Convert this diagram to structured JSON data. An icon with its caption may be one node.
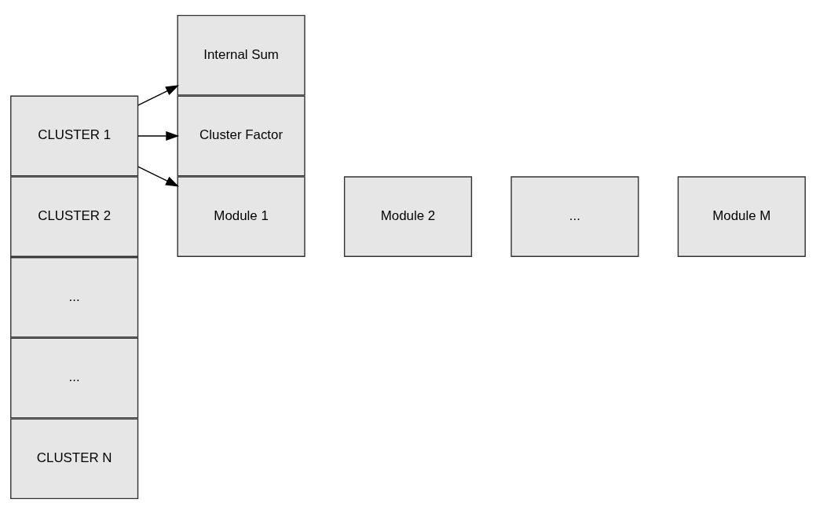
{
  "diagram": {
    "nodes": [
      {
        "text": [
          "CLUSTER 1"
        ]
      },
      {
        "text": [
          "CLUSTER 2"
        ]
      },
      {
        "text": [
          "..."
        ]
      },
      {
        "text": [
          "..."
        ]
      },
      {
        "text": [
          "CLUSTER N"
        ]
      },
      {
        "text": [
          "Module 1"
        ]
      },
      {
        "text": [
          "Module 2"
        ]
      },
      {
        "text": [
          "..."
        ]
      },
      {
        "text": [
          "Module M"
        ]
      },
      {
        "text": [
          "Internal Sum"
        ]
      },
      {
        "text": [
          "Cluster Factor"
        ]
      }
    ],
    "edges": [
      {
        "from": 0,
        "to": 5,
        "arrow": "to"
      },
      {
        "from": 0,
        "to": 9,
        "arrow": "to"
      },
      {
        "from": 0,
        "to": 10,
        "arrow": "to"
      }
    ]
  }
}
